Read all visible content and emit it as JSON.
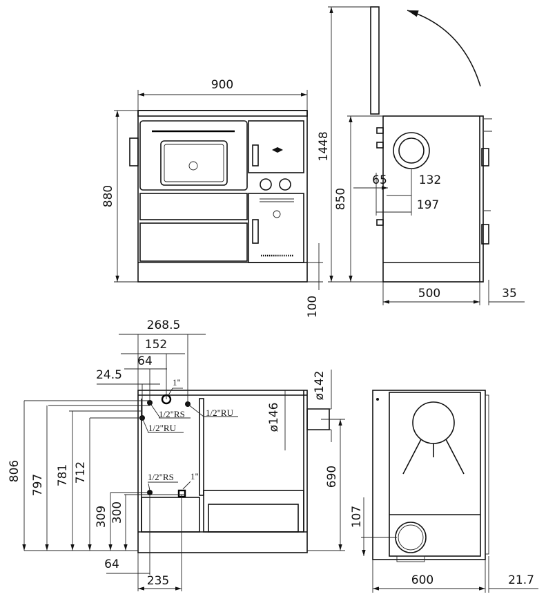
{
  "front_view": {
    "width": "900",
    "height": "880",
    "plinth": "100",
    "total_height": "1448"
  },
  "side_view": {
    "height": "850",
    "flue_offset": "65",
    "flue_center": "132",
    "flue_outer": "197",
    "depth": "500",
    "rear": "35"
  },
  "rear_view": {
    "dims_top": [
      "268.5",
      "152",
      "64",
      "24.5"
    ],
    "connections": {
      "top_1in": "1\"",
      "rs_top": "1/2\"RS",
      "ru_top": "1/2\"RU",
      "ru_left": "1/2\"RU",
      "rs_bottom": "1/2\"RS",
      "bottom_1in": "1\""
    },
    "flue_outer_diameter": "ø142",
    "flue_inner_diameter": "ø146",
    "flue_height": "690",
    "heights": [
      "806",
      "797",
      "781",
      "712",
      "309",
      "300"
    ],
    "bottom_dims": [
      "64",
      "235"
    ]
  },
  "top_view": {
    "flue_offset": "107",
    "width": "600",
    "side": "21.7"
  }
}
